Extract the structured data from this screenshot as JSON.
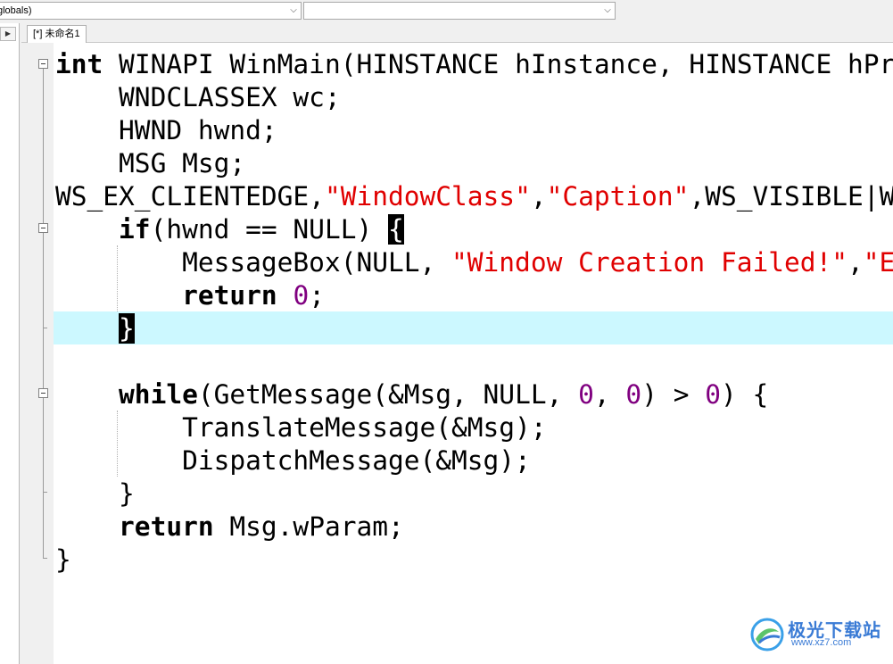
{
  "toolbar": {
    "scope_combo": {
      "value": "globals)",
      "icon": "chevron-down-icon"
    },
    "member_combo": {
      "value": "",
      "icon": "chevron-down-icon"
    }
  },
  "left_panel": {
    "toggle_icon": "triangle-right-icon"
  },
  "tab": {
    "label": "[*] 未命名1"
  },
  "editor": {
    "current_line_color": "#ccf8ff",
    "lines": [
      {
        "tokens": [
          {
            "t": "int",
            "c": "kw"
          },
          {
            "t": " WINAPI WinMain(HINSTANCE hInstance, HINSTANCE hPr",
            "c": ""
          }
        ]
      },
      {
        "tokens": [
          {
            "t": "    WNDCLASSEX wc;",
            "c": ""
          }
        ]
      },
      {
        "tokens": [
          {
            "t": "    HWND hwnd;",
            "c": ""
          }
        ]
      },
      {
        "tokens": [
          {
            "t": "    MSG Msg;",
            "c": ""
          }
        ]
      },
      {
        "tokens": [
          {
            "t": "WS_EX_CLIENTEDGE,",
            "c": ""
          },
          {
            "t": "\"WindowClass\"",
            "c": "str"
          },
          {
            "t": ",",
            "c": ""
          },
          {
            "t": "\"Caption\"",
            "c": "str"
          },
          {
            "t": ",WS_VISIBLE|W",
            "c": ""
          }
        ]
      },
      {
        "tokens": [
          {
            "t": "    ",
            "c": ""
          },
          {
            "t": "if",
            "c": "kw"
          },
          {
            "t": "(hwnd == NULL) ",
            "c": ""
          },
          {
            "t": "{",
            "c": "brace-hl"
          }
        ]
      },
      {
        "tokens": [
          {
            "t": "        MessageBox(NULL, ",
            "c": ""
          },
          {
            "t": "\"Window Creation Failed!\"",
            "c": "str"
          },
          {
            "t": ",",
            "c": ""
          },
          {
            "t": "\"E",
            "c": "str"
          }
        ]
      },
      {
        "tokens": [
          {
            "t": "        ",
            "c": ""
          },
          {
            "t": "return",
            "c": "kw"
          },
          {
            "t": " ",
            "c": ""
          },
          {
            "t": "0",
            "c": "num"
          },
          {
            "t": ";",
            "c": ""
          }
        ]
      },
      {
        "tokens": [
          {
            "t": "    ",
            "c": ""
          },
          {
            "t": "}",
            "c": "brace-hl"
          }
        ]
      },
      {
        "tokens": [
          {
            "t": "",
            "c": ""
          }
        ]
      },
      {
        "tokens": [
          {
            "t": "    ",
            "c": ""
          },
          {
            "t": "while",
            "c": "kw"
          },
          {
            "t": "(GetMessage(&Msg, NULL, ",
            "c": ""
          },
          {
            "t": "0",
            "c": "num"
          },
          {
            "t": ", ",
            "c": ""
          },
          {
            "t": "0",
            "c": "num"
          },
          {
            "t": ") > ",
            "c": ""
          },
          {
            "t": "0",
            "c": "num"
          },
          {
            "t": ") {",
            "c": ""
          }
        ]
      },
      {
        "tokens": [
          {
            "t": "        TranslateMessage(&Msg);",
            "c": ""
          }
        ]
      },
      {
        "tokens": [
          {
            "t": "        DispatchMessage(&Msg);",
            "c": ""
          }
        ]
      },
      {
        "tokens": [
          {
            "t": "    }",
            "c": ""
          }
        ]
      },
      {
        "tokens": [
          {
            "t": "    ",
            "c": ""
          },
          {
            "t": "return",
            "c": "kw"
          },
          {
            "t": " Msg.wParam;",
            "c": ""
          }
        ]
      },
      {
        "tokens": [
          {
            "t": "}",
            "c": ""
          }
        ]
      }
    ]
  },
  "watermark": {
    "name": "极光下载站",
    "url": "www.xz7.com",
    "logo": "aurora-logo"
  }
}
